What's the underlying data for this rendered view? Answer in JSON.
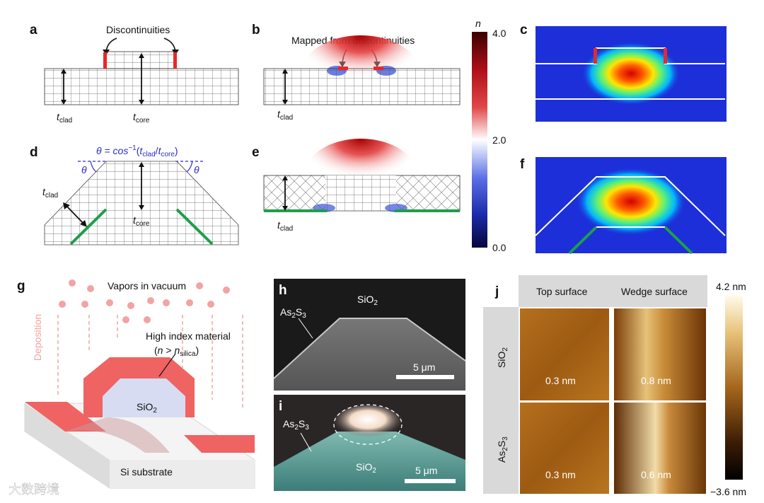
{
  "panels": {
    "a": {
      "letter": "a",
      "annotation": "Discontinuities",
      "t_clad": "t",
      "t_clad_sub": "clad",
      "t_core": "t",
      "t_core_sub": "core"
    },
    "b": {
      "letter": "b",
      "annotation": "Mapped from discontinuities",
      "t_clad": "t",
      "t_clad_sub": "clad"
    },
    "c": {
      "letter": "c"
    },
    "d": {
      "letter": "d",
      "theta_eq_start": "θ = cos",
      "theta_eq_sup": "−1",
      "theta_eq_open": "(",
      "theta_eq_t1": "t",
      "theta_eq_sub1": "clad",
      "theta_eq_slash": "/",
      "theta_eq_t2": "t",
      "theta_eq_sub2": "core",
      "theta_eq_close": ")",
      "theta_symbol": "θ",
      "t_clad": "t",
      "t_clad_sub": "clad",
      "t_core": "t",
      "t_core_sub": "core"
    },
    "e": {
      "letter": "e",
      "t_clad": "t",
      "t_clad_sub": "clad"
    },
    "f": {
      "letter": "f"
    },
    "g": {
      "letter": "g",
      "vapors": "Vapors in vacuum",
      "deposition": "Deposition",
      "high_index": "High index material",
      "n_open": "(",
      "n_sym": "n",
      "n_gt": " > ",
      "n_sym2": "n",
      "n_sub": "silica",
      "n_close": ")",
      "sio2_main": "SiO",
      "sio2_sub": "2",
      "substrate": "Si substrate"
    },
    "h": {
      "letter": "h",
      "sio2_main": "SiO",
      "sio2_sub": "2",
      "as_a": "As",
      "as_2": "2",
      "as_s": "S",
      "as_3": "3",
      "scale": "5 μm"
    },
    "i": {
      "letter": "i",
      "as_a": "As",
      "as_2": "2",
      "as_s": "S",
      "as_3": "3",
      "sio2_main": "SiO",
      "sio2_sub": "2",
      "scale": "5 μm"
    },
    "j": {
      "letter": "j",
      "col_top": "Top surface",
      "col_wedge": "Wedge surface",
      "row1_main": "SiO",
      "row1_sub": "2",
      "row2_a": "As",
      "row2_2": "2",
      "row2_s": "S",
      "row2_3": "3",
      "val_11": "0.3 nm",
      "val_12": "0.8 nm",
      "val_21": "0.3 nm",
      "val_22": "0.6 nm",
      "cb_max": "4.2 nm",
      "cb_min": "−3.6 nm"
    }
  },
  "colorbar_n": {
    "symbol": "n",
    "max": "4.0",
    "mid": "2.0",
    "min": "0.0"
  },
  "watermark": "大数跨境",
  "colors": {
    "accent_red": "#e8282a",
    "accent_green": "#1f9e4a",
    "deposition_pink": "#f2a3a3",
    "label_blue": "#2a2ad0"
  }
}
